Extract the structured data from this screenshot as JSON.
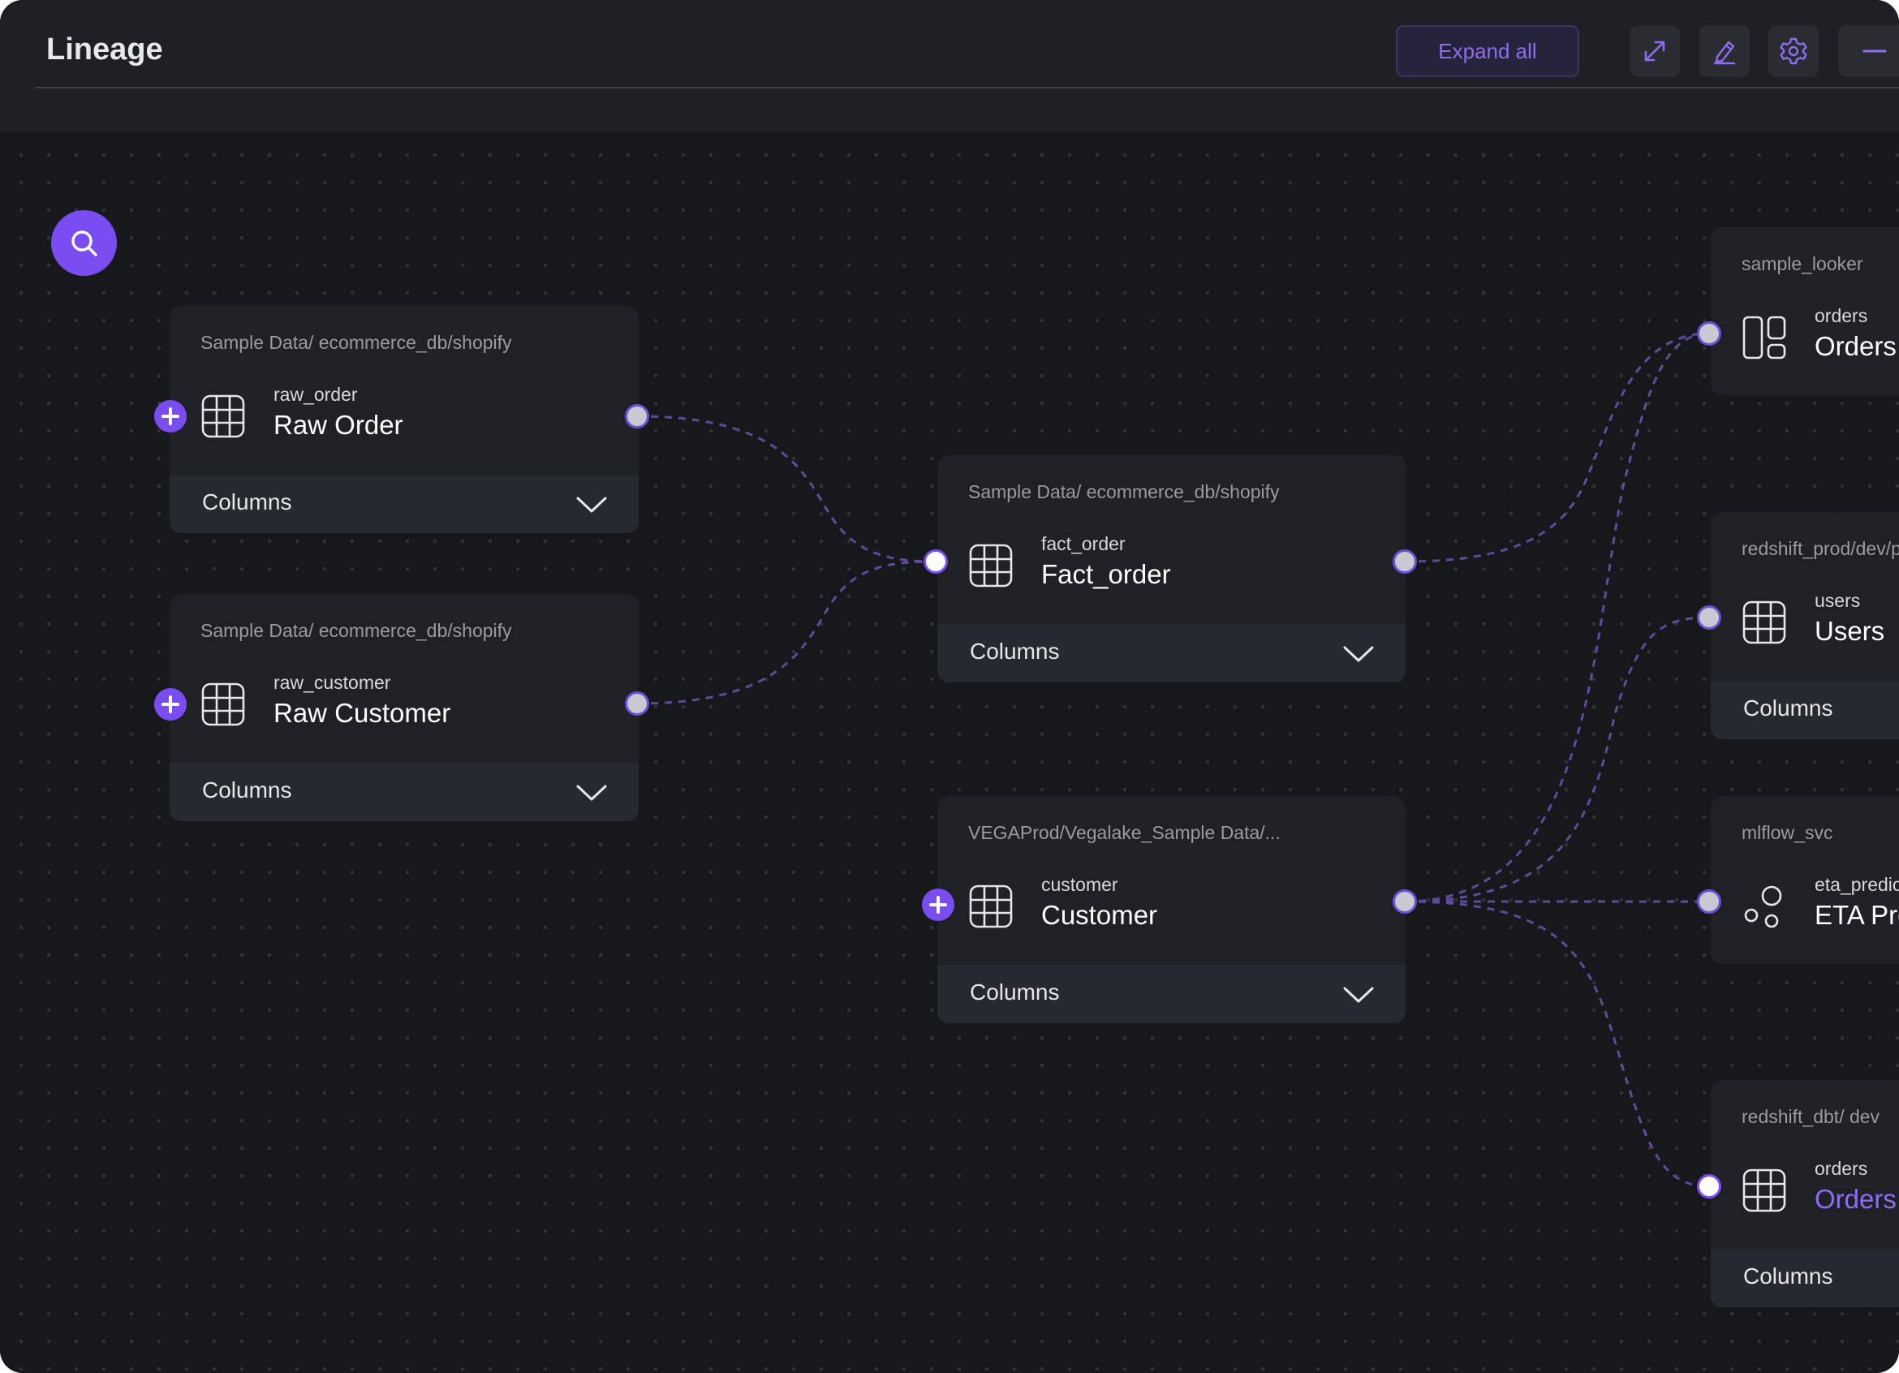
{
  "header": {
    "title": "Lineage",
    "expand_label": "Expand all",
    "tools": [
      "fullscreen-icon",
      "edit-icon",
      "settings-icon",
      "minimize-icon"
    ]
  },
  "colors": {
    "accent": "#7a4df2",
    "background": "#17181c",
    "node": "#1f2126"
  },
  "nodes": {
    "raw_order": {
      "path": "Sample Data/ ecommerce_db/shopify",
      "sub": "raw_order",
      "name": "Raw Order",
      "columns": "Columns"
    },
    "raw_customer": {
      "path": "Sample Data/ ecommerce_db/shopify",
      "sub": "raw_customer",
      "name": "Raw Customer",
      "columns": "Columns"
    },
    "fact_order": {
      "path": "Sample Data/ ecommerce_db/shopify",
      "sub": "fact_order",
      "name": "Fact_order",
      "columns": "Columns"
    },
    "customer": {
      "path": "VEGAProd/Vegalake_Sample Data/...",
      "sub": "customer",
      "name": "Customer",
      "columns": "Columns"
    },
    "looker_orders": {
      "path": "sample_looker",
      "sub": "orders",
      "name": "Orders"
    },
    "users": {
      "path": "redshift_prod/dev/p",
      "sub": "users",
      "name": "Users",
      "columns": "Columns"
    },
    "eta": {
      "path": "mlflow_svc",
      "sub": "eta_predic",
      "name": "ETA Pre"
    },
    "dbt_orders": {
      "path": "redshift_dbt/ dev",
      "sub": "orders",
      "name": "Orders",
      "columns": "Columns"
    }
  }
}
